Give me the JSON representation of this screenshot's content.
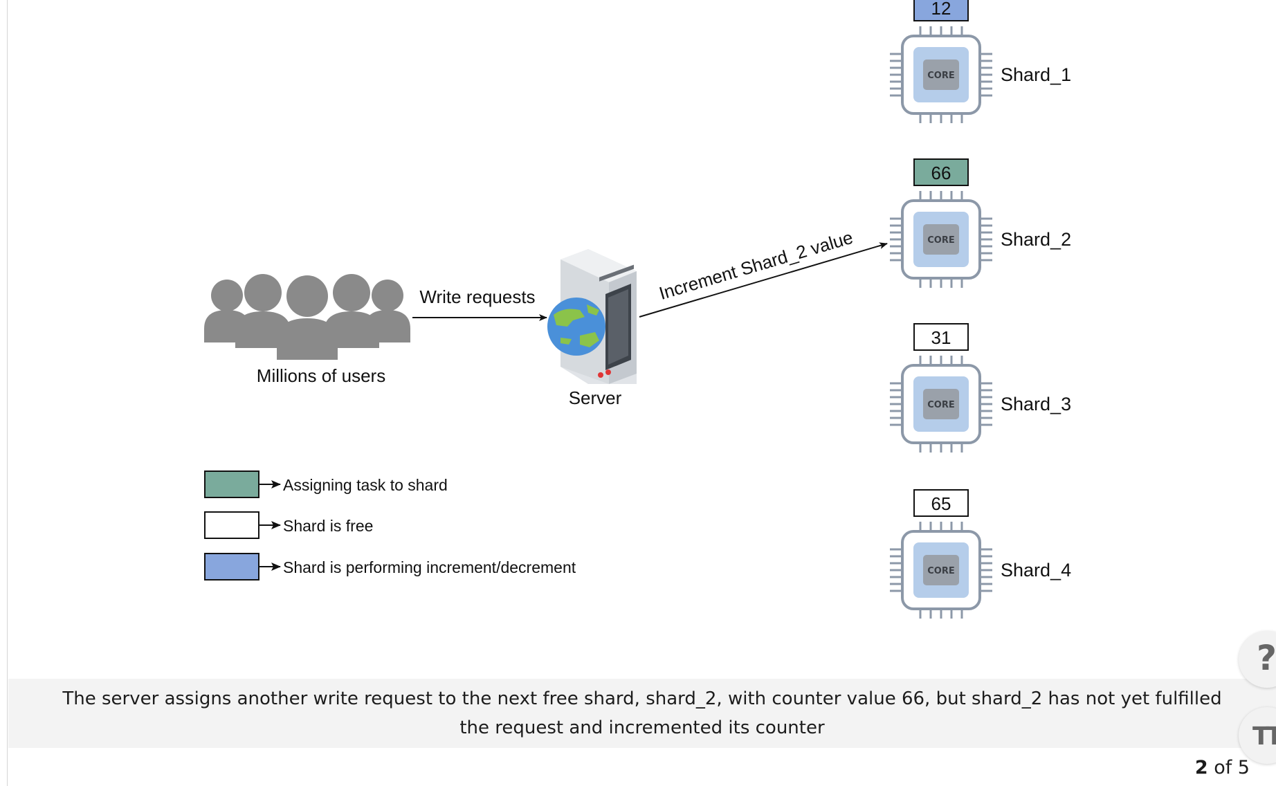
{
  "diagram": {
    "users_label": "Millions of users",
    "write_requests_label": "Write requests",
    "server_label": "Server",
    "arrow_label": "Increment Shard_2 value",
    "core_label": "CORE",
    "shards": [
      {
        "name": "Shard_1",
        "counter": "12",
        "state": "performing"
      },
      {
        "name": "Shard_2",
        "counter": "66",
        "state": "assigning"
      },
      {
        "name": "Shard_3",
        "counter": "31",
        "state": "free"
      },
      {
        "name": "Shard_4",
        "counter": "65",
        "state": "free"
      }
    ],
    "legend": [
      {
        "label": "Assigning task to shard",
        "color": "#7aab9c"
      },
      {
        "label": "Shard is free",
        "color": "#ffffff"
      },
      {
        "label": "Shard is performing increment/decrement",
        "color": "#88a6dd"
      }
    ]
  },
  "colors": {
    "assigning": "#7aab9c",
    "free": "#ffffff",
    "performing": "#88a6dd",
    "users": "#8a8a8a",
    "chip_border": "#8c98a8",
    "chip_inner": "#b5cdea",
    "core_box": "#9aa1aa"
  },
  "caption": "The server assigns another write request to the next free shard, shard_2, with counter value 66, but shard_2 has not yet fulfilled the request and incremented its counter",
  "pager": {
    "current": "2",
    "total_text": "of 5"
  },
  "buttons": {
    "help_icon": "help-icon",
    "font_icon": "text-size-icon"
  }
}
